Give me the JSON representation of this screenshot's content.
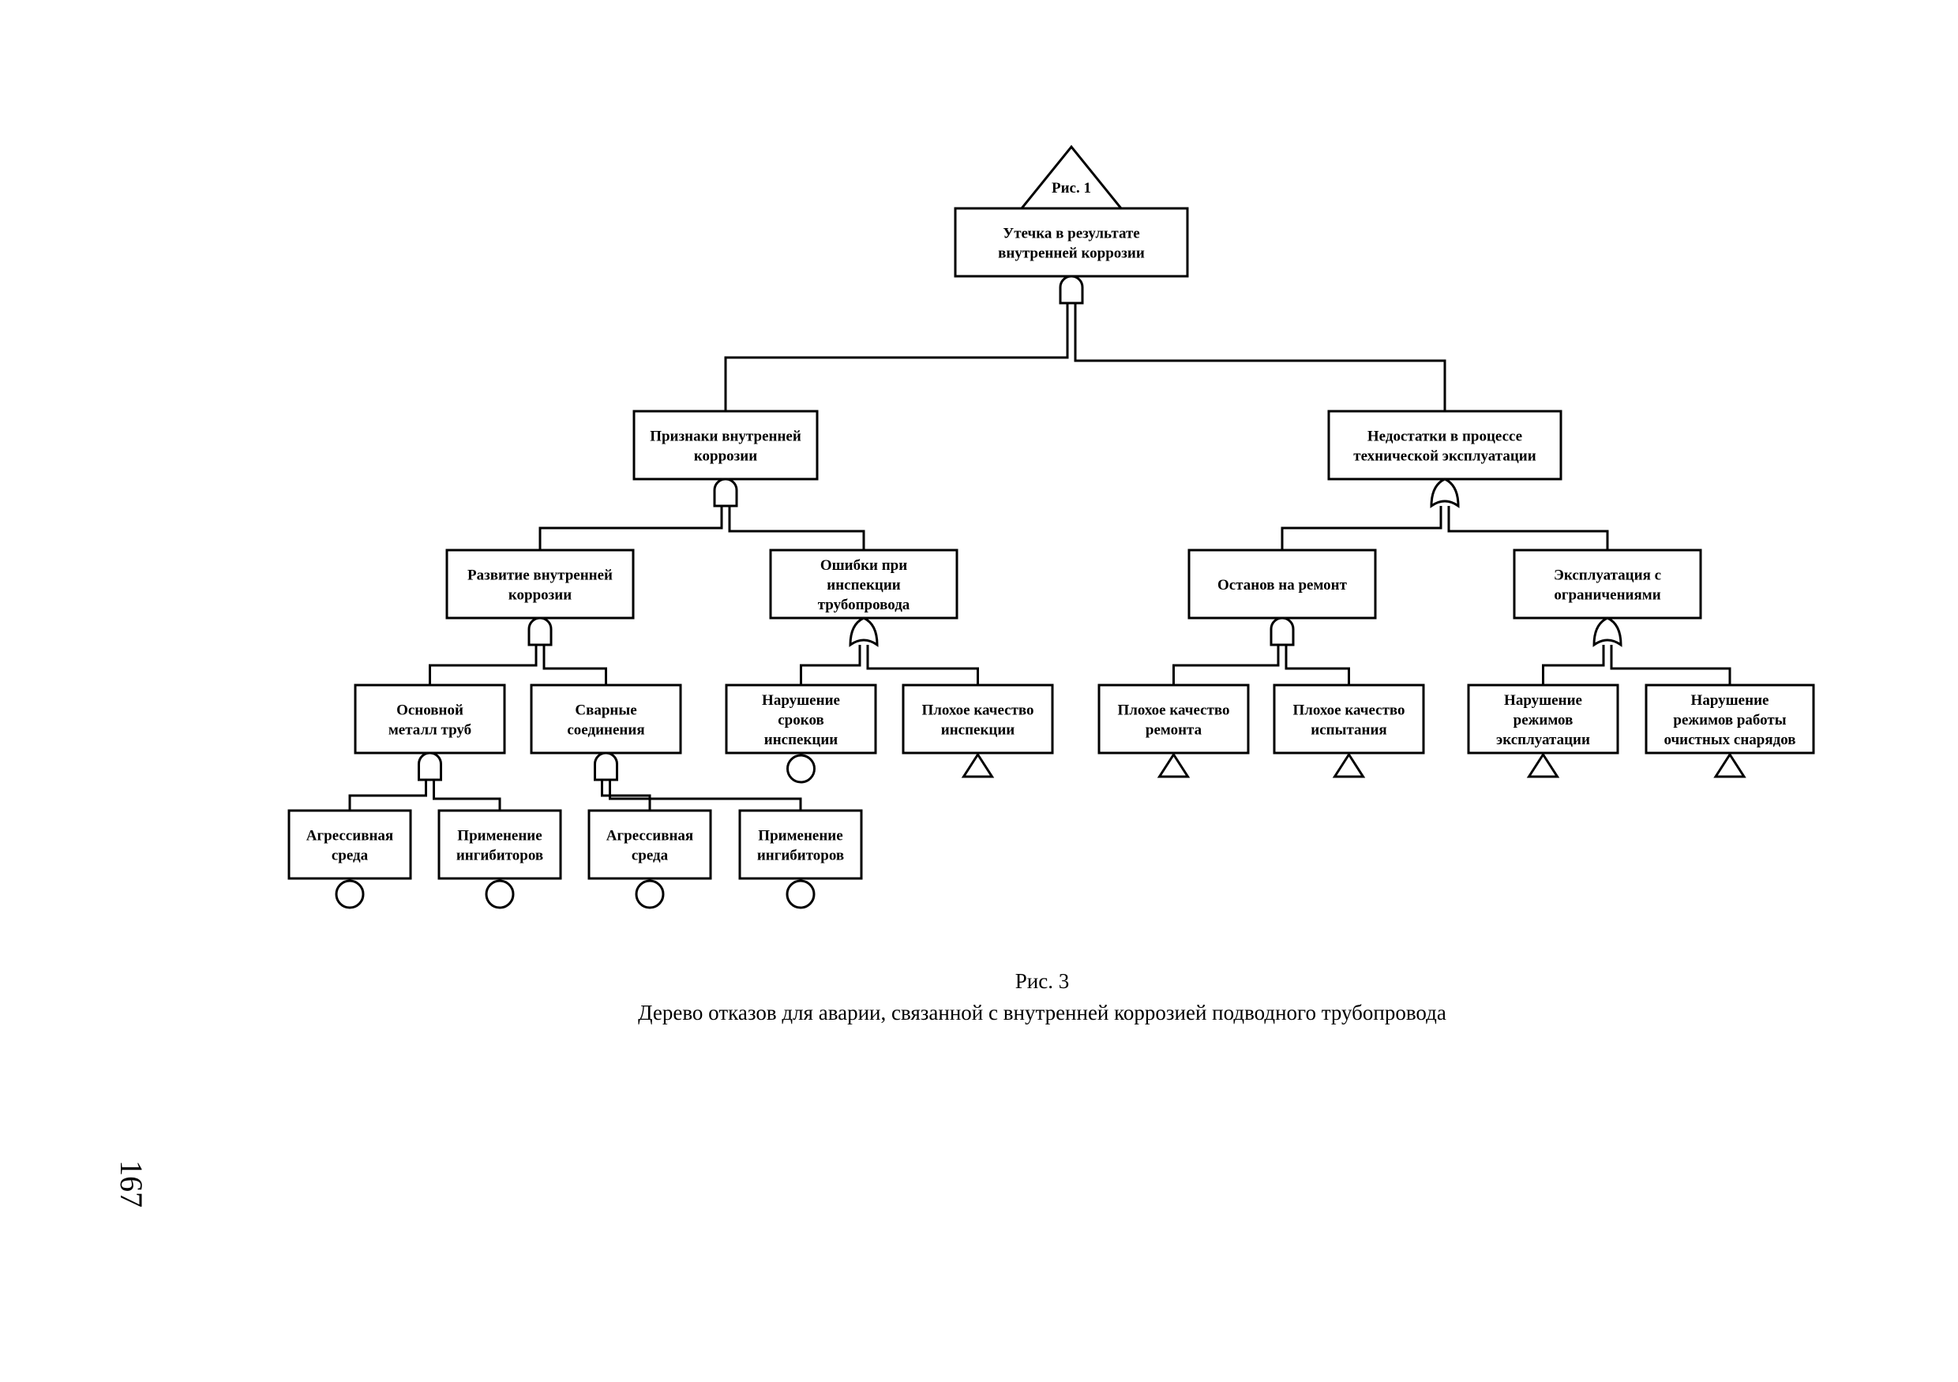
{
  "figure": {
    "number": "Рис. 3",
    "title": "Дерево отказов для аварии, связанной с внутренней коррозией подводного трубопровода",
    "page_number": "167"
  },
  "transfer_in": {
    "label": "Рис. 1"
  },
  "nodes": {
    "top": {
      "lines": [
        "Утечка в результате",
        "внутренней коррозии"
      ],
      "gate": "and"
    },
    "signs": {
      "lines": [
        "Признаки внутренней",
        "коррозии"
      ],
      "gate": "and"
    },
    "operation": {
      "lines": [
        "Недостатки в процессе",
        "технической эксплуатации"
      ],
      "gate": "or"
    },
    "devel": {
      "lines": [
        "Развитие внутренней",
        "коррозии"
      ],
      "gate": "and"
    },
    "inspect": {
      "lines": [
        "Ошибки при",
        "инспекции",
        "трубопровода"
      ],
      "gate": "or"
    },
    "stop": {
      "lines": [
        "Останов на ремонт"
      ],
      "gate": "and"
    },
    "limits": {
      "lines": [
        "Эксплуатация с",
        "ограничениями"
      ],
      "gate": "or"
    },
    "base": {
      "lines": [
        "Основной",
        "металл труб"
      ],
      "gate": "and"
    },
    "welds": {
      "lines": [
        "Сварные",
        "соединения"
      ],
      "gate": "and"
    },
    "deadlines": {
      "lines": [
        "Нарушение",
        "сроков",
        "инспекции"
      ],
      "end": "circle"
    },
    "badinsp": {
      "lines": [
        "Плохое качество",
        "инспекции"
      ],
      "end": "triangle"
    },
    "badrepair": {
      "lines": [
        "Плохое качество",
        "ремонта"
      ],
      "end": "triangle"
    },
    "badtest": {
      "lines": [
        "Плохое качество",
        "испытания"
      ],
      "end": "triangle"
    },
    "modes": {
      "lines": [
        "Нарушение",
        "режимов",
        "эксплуатации"
      ],
      "end": "triangle"
    },
    "pigs": {
      "lines": [
        "Нарушение",
        "режимов работы",
        "очистных снарядов"
      ],
      "end": "triangle"
    },
    "aggr1": {
      "lines": [
        "Агрессивная",
        "среда"
      ],
      "end": "circle"
    },
    "inhib1": {
      "lines": [
        "Применение",
        "ингибиторов"
      ],
      "end": "circle"
    },
    "aggr2": {
      "lines": [
        "Агрессивная",
        "среда"
      ],
      "end": "circle"
    },
    "inhib2": {
      "lines": [
        "Применение",
        "ингибиторов"
      ],
      "end": "circle"
    }
  },
  "colors": {
    "line": "#000000",
    "background": "#ffffff"
  }
}
